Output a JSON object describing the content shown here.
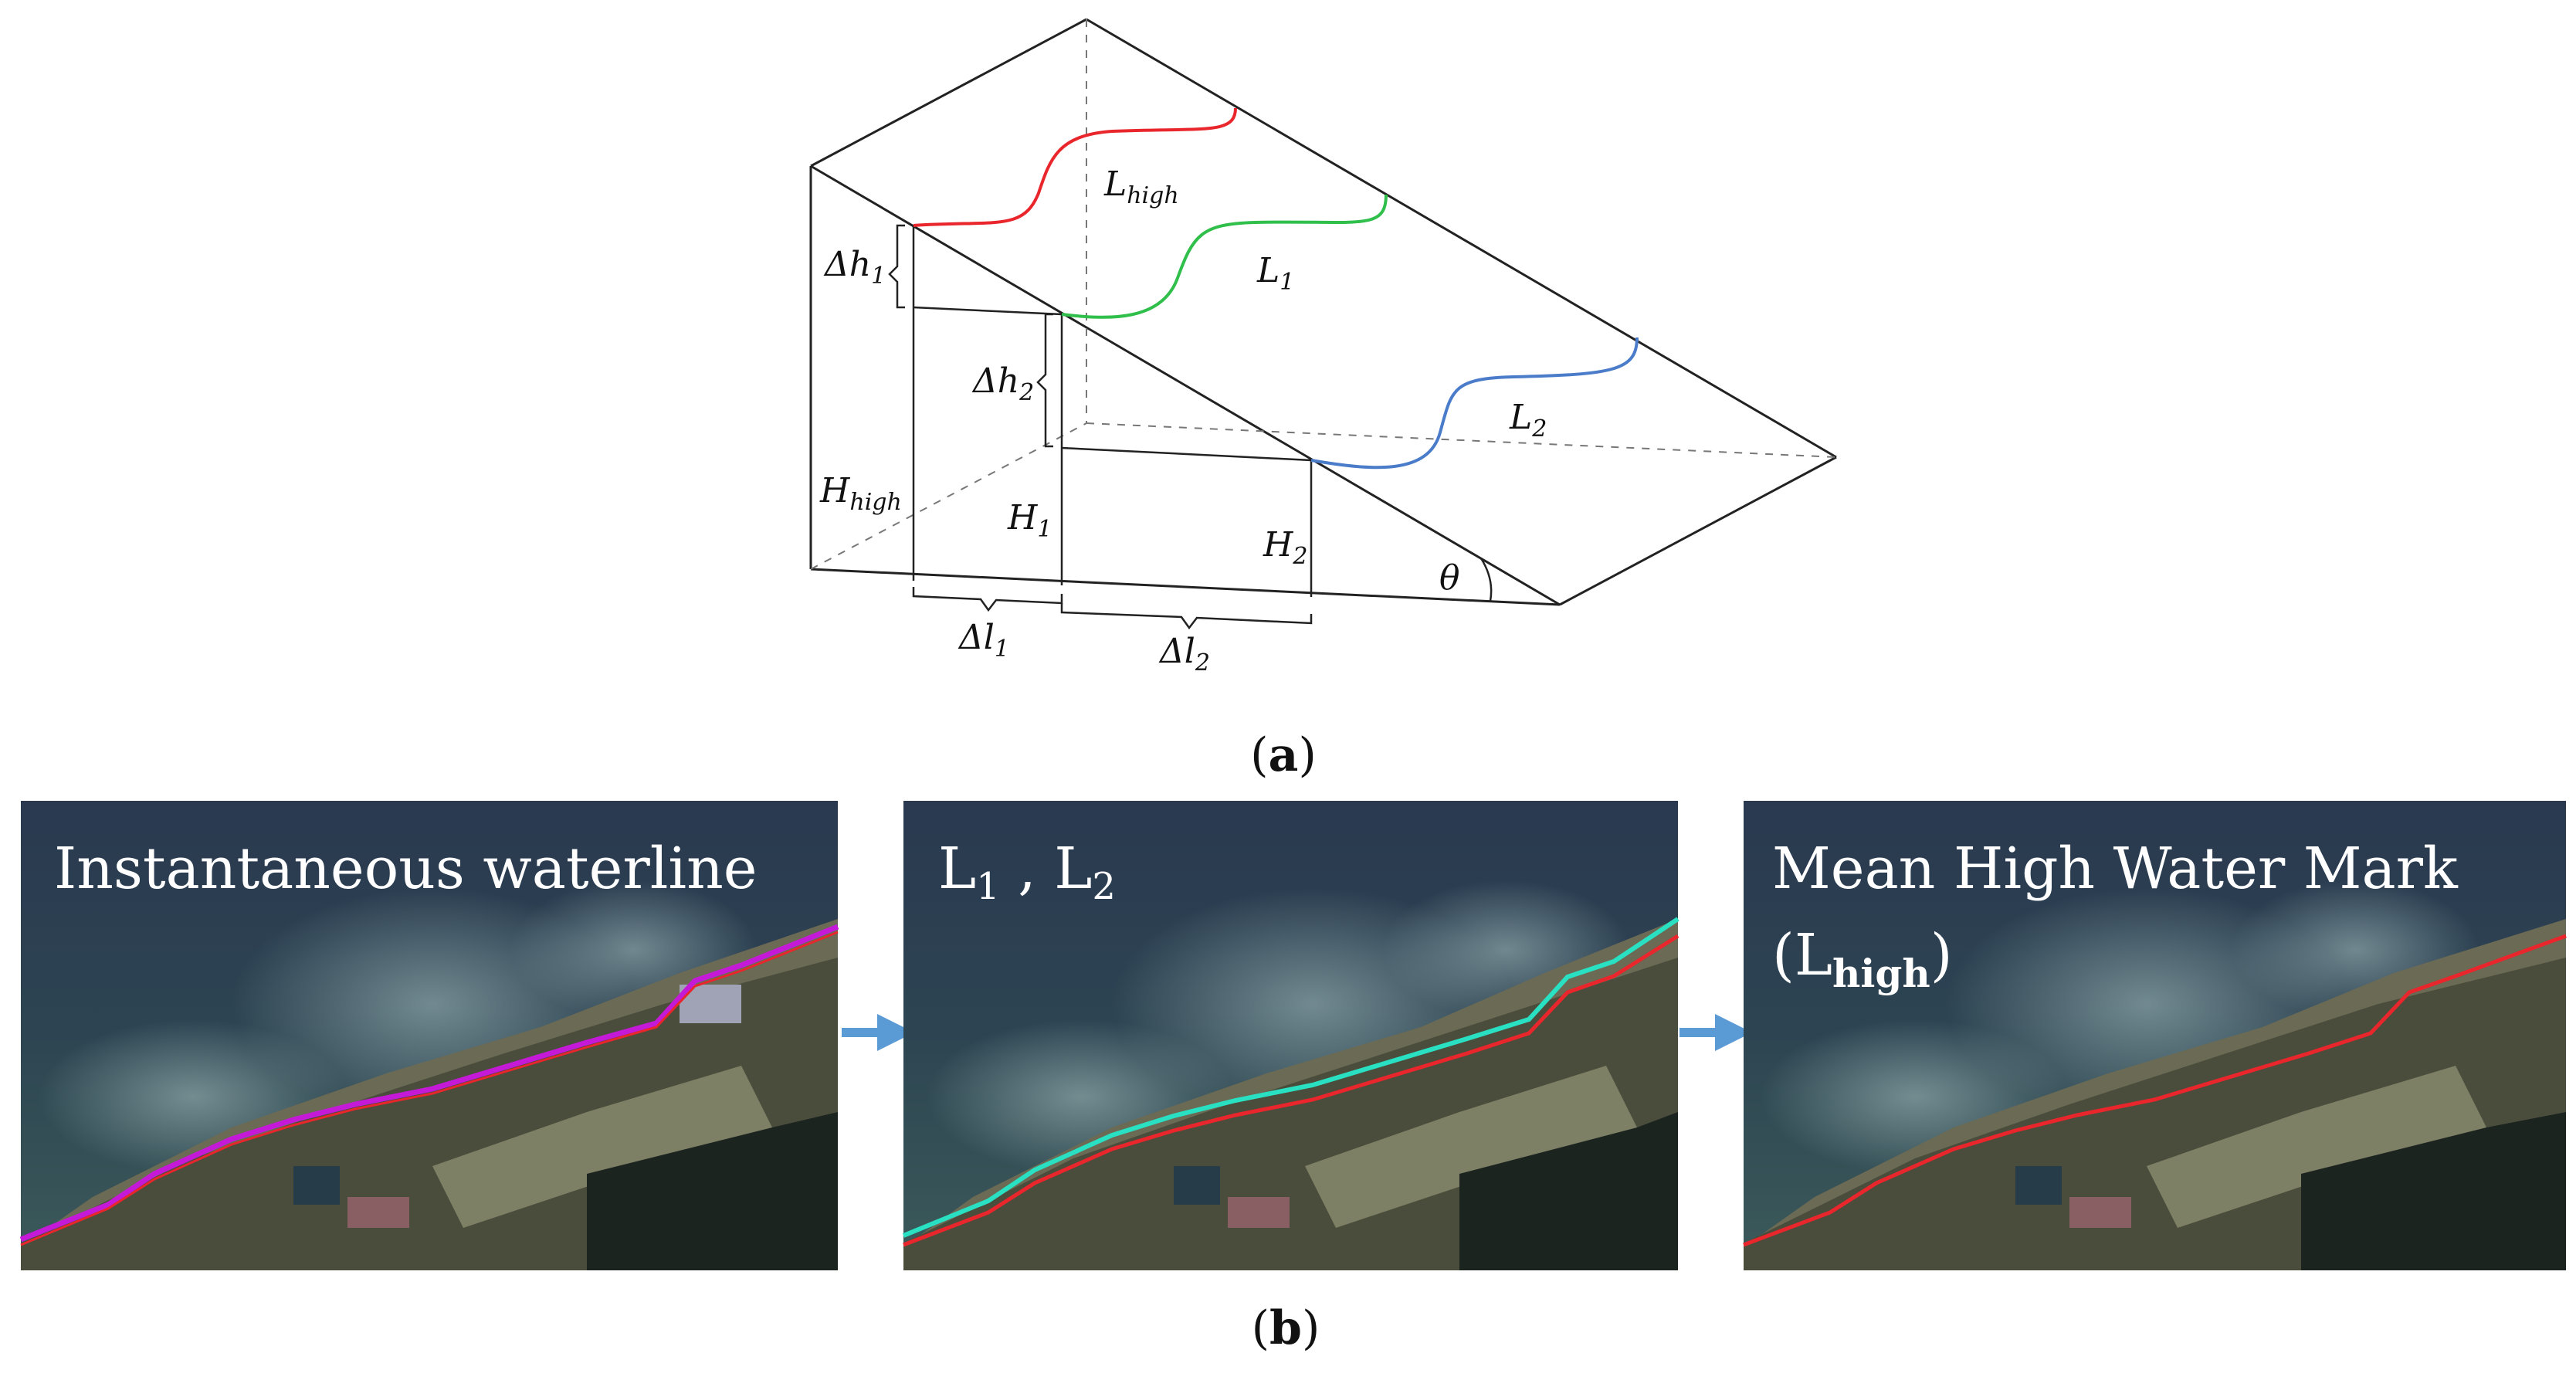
{
  "figure": {
    "panel_a": {
      "caption_label": "a",
      "labels": {
        "l_high": {
          "main": "L",
          "sub": "high"
        },
        "l1": {
          "main": "L",
          "sub": "1"
        },
        "l2": {
          "main": "L",
          "sub": "2"
        },
        "dh1": {
          "main": "Δh",
          "sub": "1"
        },
        "dh2": {
          "main": "Δh",
          "sub": "2"
        },
        "h_high": {
          "main": "H",
          "sub": "high"
        },
        "h1": {
          "main": "H",
          "sub": "1"
        },
        "h2": {
          "main": "H",
          "sub": "2"
        },
        "theta": "θ",
        "dl1": {
          "main": "Δl",
          "sub": "1"
        },
        "dl2": {
          "main": "Δl",
          "sub": "2"
        }
      },
      "colors": {
        "l_high": "#e8262b",
        "l1": "#2fbf4a",
        "l2": "#4a7cc9"
      }
    },
    "panel_b": {
      "caption_label": "b",
      "images": [
        {
          "title": "Instantaneous waterline",
          "line_colors": [
            "#c41ad8",
            "#e8262b"
          ]
        },
        {
          "title": "L",
          "title_sub": "1",
          "title_sep": " , ",
          "title2": "L",
          "title2_sub": "2",
          "line_colors": [
            "#29e0c2",
            "#e8262b"
          ]
        },
        {
          "title": "Mean High Water Mark",
          "title_line2_open": "(L",
          "title_line2_sub": "high",
          "title_line2_close": ")",
          "line_colors": [
            "#e8262b"
          ]
        }
      ],
      "arrow_color": "#5b9bd5"
    }
  }
}
